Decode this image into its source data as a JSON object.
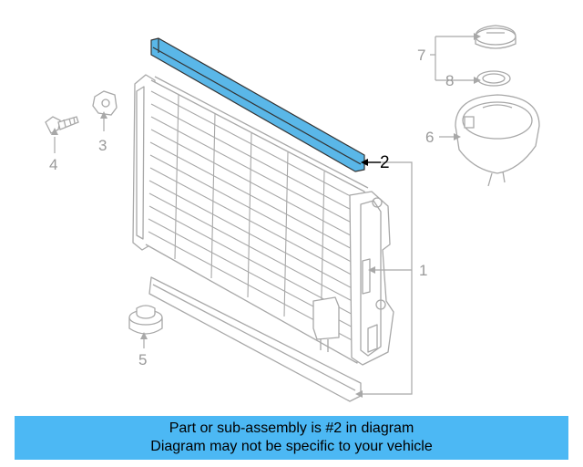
{
  "colors": {
    "highlight": "#5ab7e8",
    "line": "#a8a8a8",
    "banner_bg": "#4cb8f4",
    "label_active": "#000000",
    "label_muted": "#9a9a9a"
  },
  "callouts": {
    "c1": "1",
    "c2": "2",
    "c3": "3",
    "c4": "4",
    "c5": "5",
    "c6": "6",
    "c7": "7",
    "c8": "8"
  },
  "banner": {
    "line1": "Part or sub-assembly is #2 in diagram",
    "line2": "Diagram may not be specific to your vehicle"
  }
}
